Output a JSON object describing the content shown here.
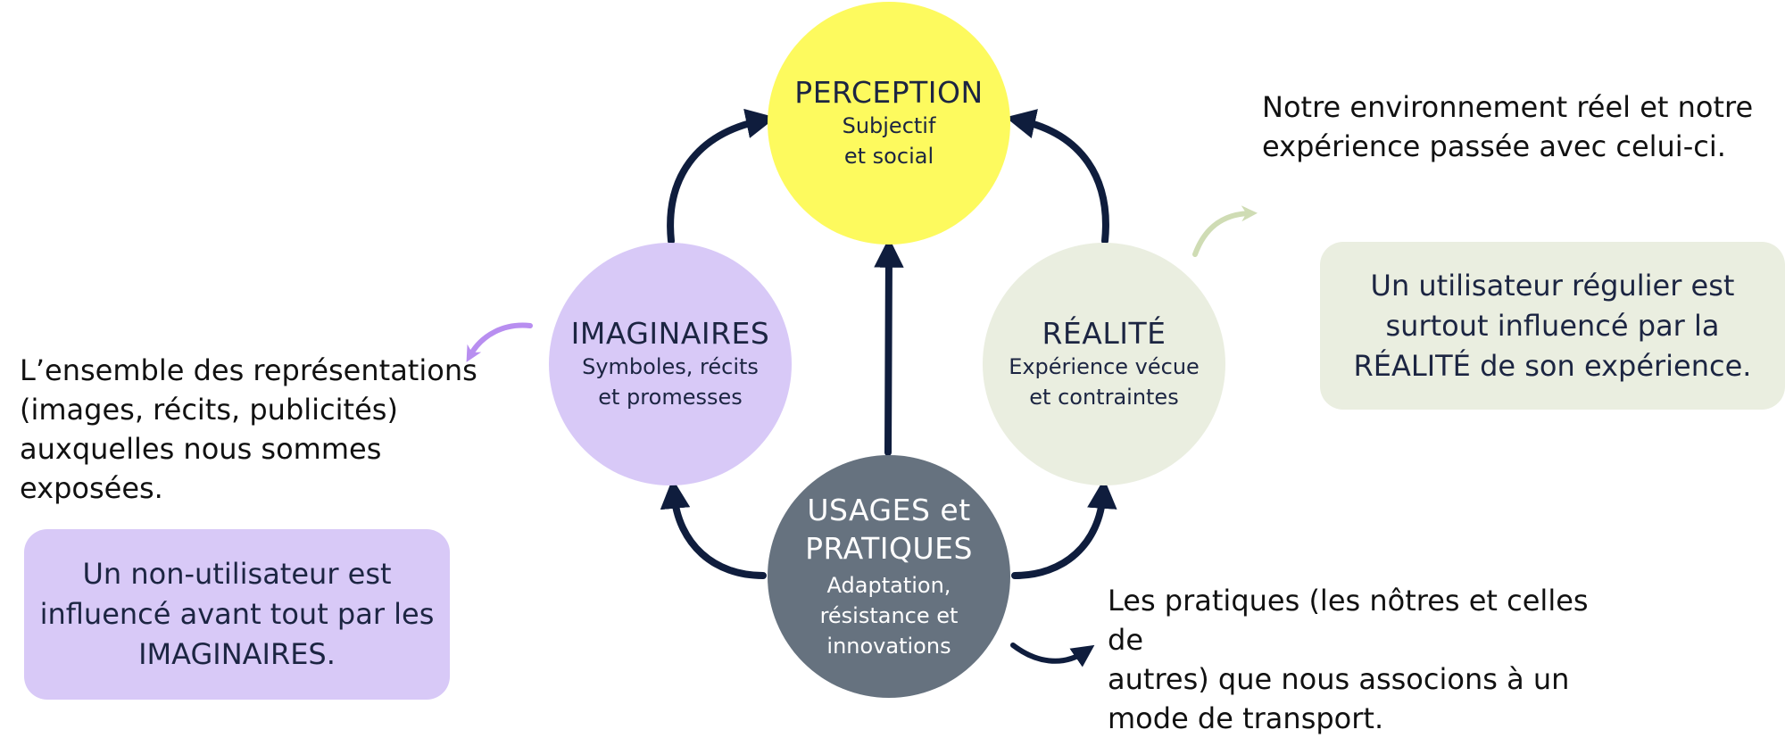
{
  "nodes": {
    "perception": {
      "title": "PERCEPTION",
      "subtitle": "Subjectif\net social",
      "color": "#fdfa5e"
    },
    "imaginaires": {
      "title": "IMAGINAIRES",
      "subtitle": "Symboles, récits\net promesses",
      "color": "#d8c9f7"
    },
    "realite": {
      "title": "RÉALITÉ",
      "subtitle": "Expérience vécue\net contraintes",
      "color": "#eaeee0"
    },
    "usages": {
      "title": "USAGES et\nPRATIQUES",
      "subtitle": "Adaptation,\nrésistance et\ninnovations",
      "color": "#66727f"
    }
  },
  "annotations": {
    "imaginaires": "L’ensemble des représentations\n(images, récits, publicités)\nauxquelles nous sommes\nexposées.",
    "realite": "Notre environnement réel et  notre\nexpérience passée avec celui-ci.",
    "usages": "Les pratiques (les nôtres et celles de\nautres) que nous associons à un\nmode de transport."
  },
  "callouts": {
    "non_user": "Un non-utilisateur est\ninfluencé avant tout par les\nIMAGINAIRES.",
    "regular_user": "Un utilisateur régulier est\nsurtout influencé par la\nRÉALITÉ de son expérience."
  },
  "colors": {
    "arrow_main": "#0f1d3d",
    "arrow_imaginaires": "#b88ef0",
    "arrow_realite": "#cfdcb4"
  }
}
